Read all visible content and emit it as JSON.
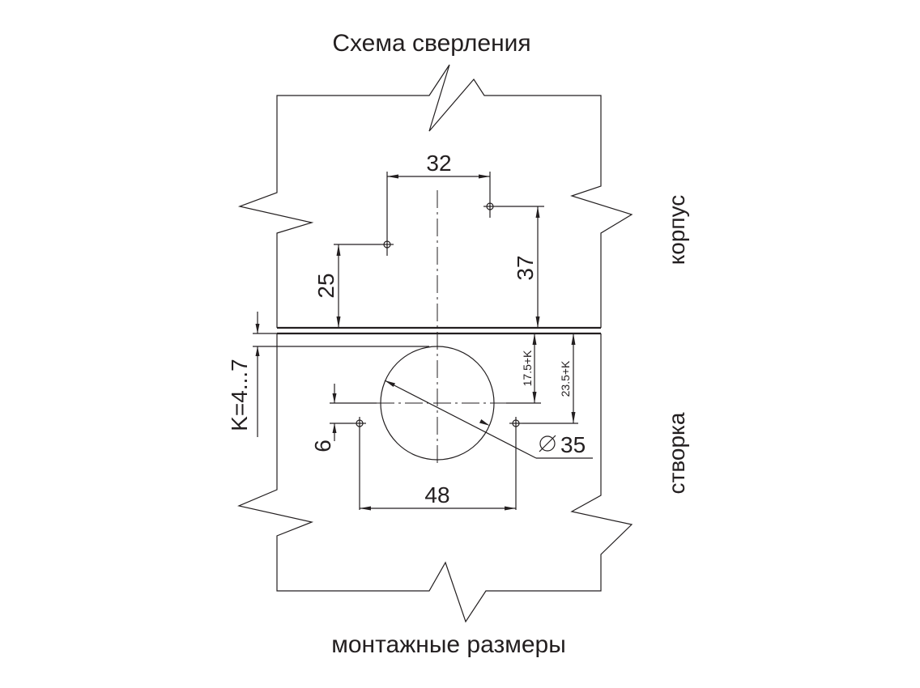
{
  "title": "Схема сверления",
  "footer": "монтажные размеры",
  "labels": {
    "korpus": "корпус",
    "stvorka": "створка"
  },
  "dimensions": {
    "d32": "32",
    "d25": "25",
    "d37": "37",
    "d17_5k": "17.5+K",
    "d23_5k": "23.5+K",
    "dk": "K=4...7",
    "d6": "6",
    "d35": "35",
    "d48": "48"
  },
  "colors": {
    "line": "#231f20",
    "background": "#ffffff"
  }
}
